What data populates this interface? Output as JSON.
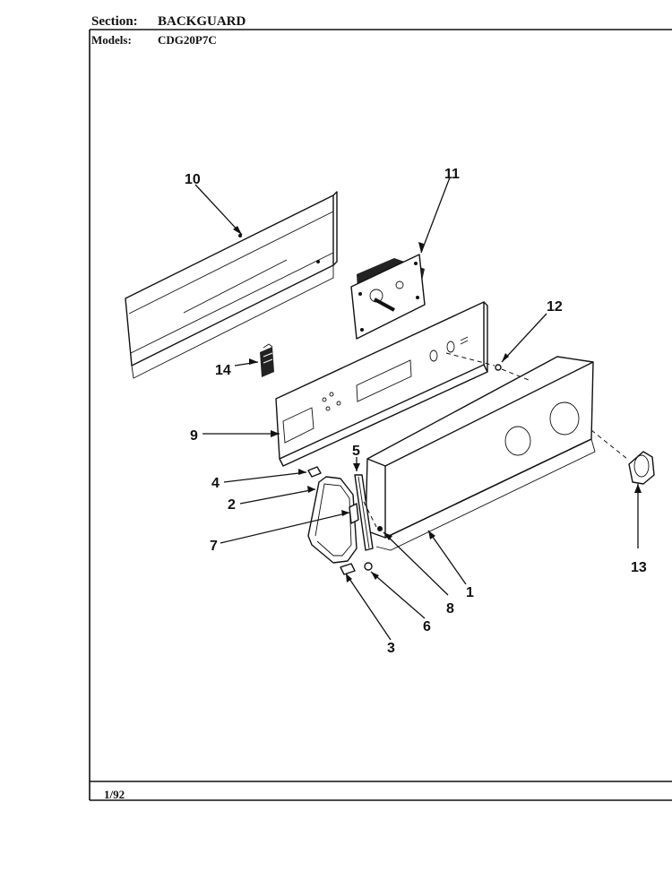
{
  "header": {
    "section_label": "Section:",
    "section_value": "BACKGUARD",
    "models_label": "Models:",
    "models_value": "CDG20P7C"
  },
  "footer": {
    "date": "1/92"
  },
  "callouts": [
    {
      "id": "c1",
      "label": "1"
    },
    {
      "id": "c2",
      "label": "2"
    },
    {
      "id": "c3",
      "label": "3"
    },
    {
      "id": "c4",
      "label": "4"
    },
    {
      "id": "c5",
      "label": "5"
    },
    {
      "id": "c6",
      "label": "6"
    },
    {
      "id": "c7",
      "label": "7"
    },
    {
      "id": "c8",
      "label": "8"
    },
    {
      "id": "c9",
      "label": "9"
    },
    {
      "id": "c10",
      "label": "10"
    },
    {
      "id": "c11",
      "label": "11"
    },
    {
      "id": "c12",
      "label": "12"
    },
    {
      "id": "c13",
      "label": "13"
    },
    {
      "id": "c14",
      "label": "14"
    }
  ]
}
